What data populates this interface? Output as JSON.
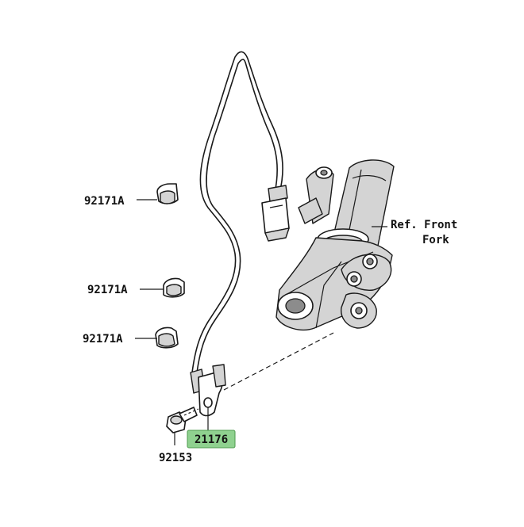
{
  "labels": {
    "clip_top": "92171A",
    "clip_mid": "92171A",
    "clip_low": "92171A",
    "sensor": "21176",
    "bolt": "92153",
    "ref_line1": "Ref. Front",
    "ref_line2": "Fork"
  },
  "colors": {
    "highlight_fill": "#8fd18f",
    "highlight_border": "#4c9a4c",
    "line": "#1a1a1a",
    "shade": "#d4d4d4"
  }
}
